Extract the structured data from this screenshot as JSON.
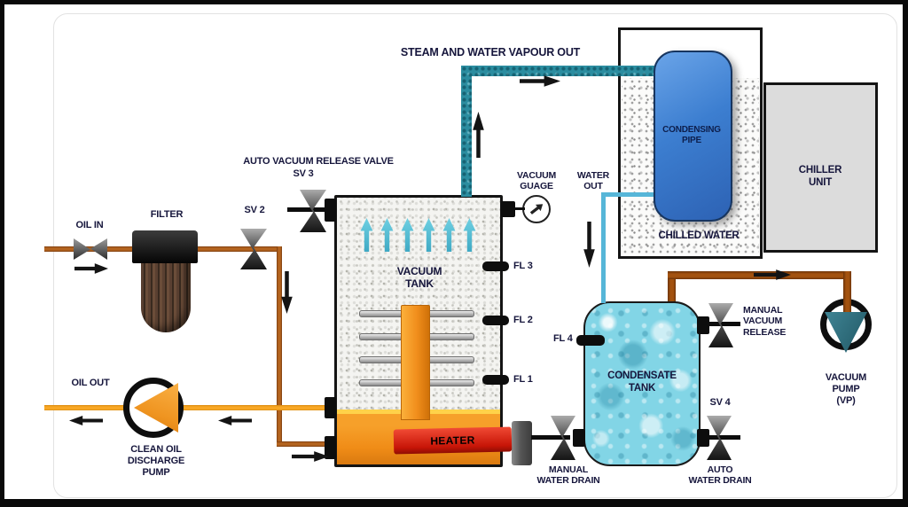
{
  "labels": {
    "oil_in": "OIL IN",
    "filter": "FILTER",
    "sv2": "SV 2",
    "auto_vacuum_release_valve": "AUTO VACUUM RELEASE VALVE",
    "sv3": "SV 3",
    "steam_out": "STEAM AND WATER VAPOUR OUT",
    "vacuum_gauge": "VACUUM\nGUAGE",
    "water_out": "WATER\nOUT",
    "condensing_pipe": "CONDENSING\nPIPE",
    "chilled_water": "CHILLED WATER",
    "chiller_unit": "CHILLER\nUNIT",
    "vacuum_tank": "VACUUM\nTANK",
    "fl3": "FL 3",
    "fl2": "FL 2",
    "fl1": "FL 1",
    "fl4": "FL 4",
    "heater": "HEATER",
    "condensate_tank": "CONDENSATE\nTANK",
    "manual_vacuum_release": "MANUAL\nVACUUM\nRELEASE",
    "sv4": "SV 4",
    "auto_water_drain": "AUTO\nWATER DRAIN",
    "manual_water_drain": "MANUAL\nWATER DRAIN",
    "vacuum_pump": "VACUUM\nPUMP\n(VP)",
    "oil_out": "OIL OUT",
    "clean_oil_discharge_pump": "CLEAN OIL\nDISCHARGE\nPUMP"
  },
  "colors": {
    "oil_pipe": "#a4561c",
    "clean_oil_pipe": "#f9a825",
    "steam_pipe": "#2b8da0",
    "chilled_water_pipe": "#56b6d8",
    "vacuum_line": "#a3520f",
    "heater": "#d92b20",
    "oil_fill": "#f5921e",
    "condensing_pipe": "#3a7bc8",
    "pump_impeller_teal": "#2e6f7e",
    "pump_impeller_orange": "#f49b2b",
    "label_text": "#16163c"
  }
}
